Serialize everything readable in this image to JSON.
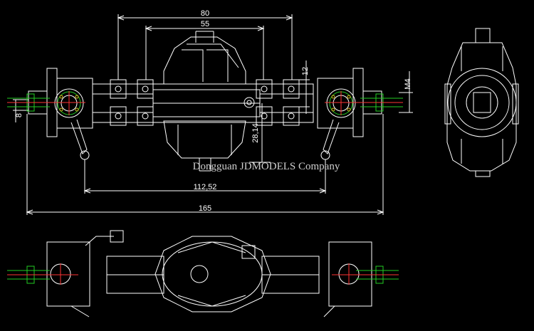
{
  "dimensions": {
    "width_80": "80",
    "width_55": "55",
    "height_12": "12",
    "thread_m4": "M4",
    "offset_28": "28,14",
    "track_112": "112,52",
    "total_165": "165",
    "small_8": "8"
  },
  "watermark": "Dongguan JDMODELS Company",
  "colors": {
    "background": "#000000",
    "lines": "#ffffff",
    "green": "#22cc22",
    "red": "#ff3333",
    "yellow": "#e0c020"
  }
}
